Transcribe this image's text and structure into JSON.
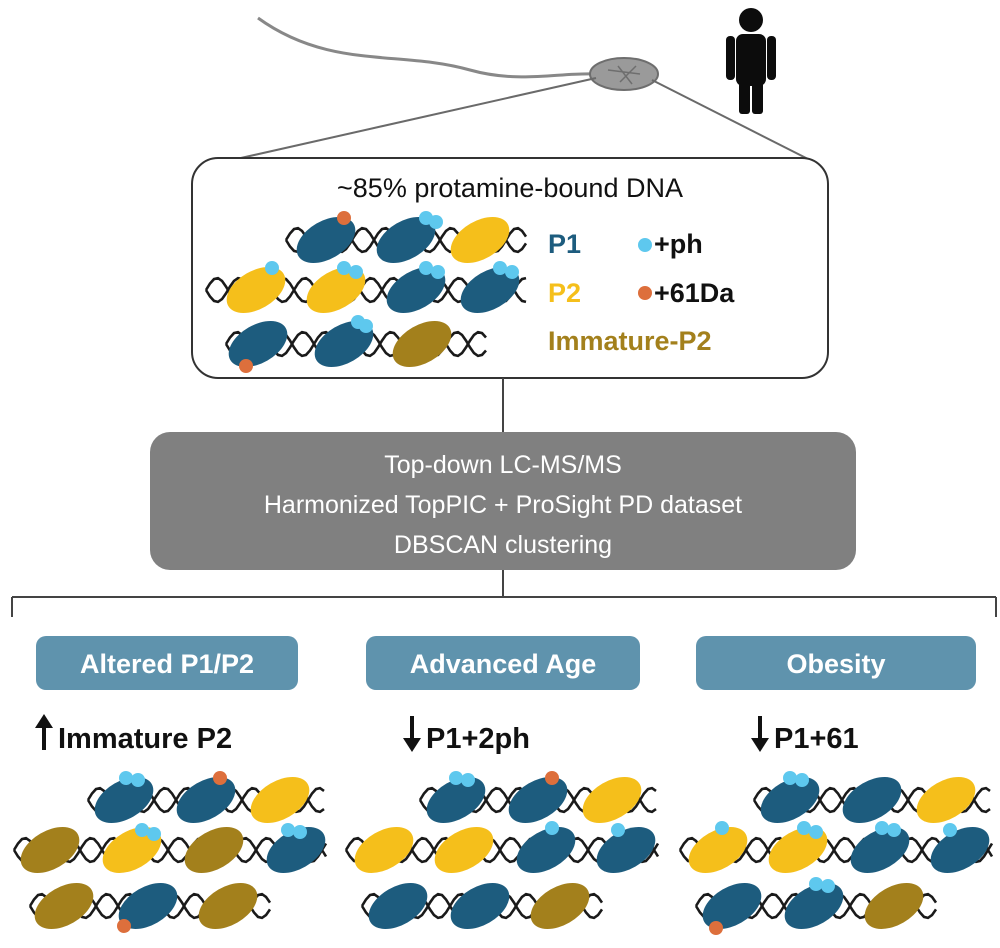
{
  "colors": {
    "P1": "#1d5c7e",
    "P2": "#f5bf1b",
    "immature_P2": "#a3801c",
    "ph_dot": "#5ec8ee",
    "da61_dot": "#dd6f3c",
    "process_box": "#808080",
    "group_header": "#5f93ad",
    "dna": "#1a1a1a"
  },
  "top_box": {
    "title": "~85% protamine-bound DNA",
    "legend": {
      "P1": "P1",
      "P2": "P2",
      "immature": "Immature-P2",
      "ph": "+ph",
      "da61": "+61Da"
    }
  },
  "process": {
    "line1": "Top-down LC-MS/MS",
    "line2": "Harmonized TopPIC + ProSight PD dataset",
    "line3": "DBSCAN clustering"
  },
  "groups": [
    {
      "header": "Altered P1/P2",
      "arrow": "up",
      "finding": "Immature P2"
    },
    {
      "header": "Advanced Age",
      "arrow": "down",
      "finding": "P1+2ph"
    },
    {
      "header": "Obesity",
      "arrow": "down",
      "finding": "P1+61"
    }
  ]
}
